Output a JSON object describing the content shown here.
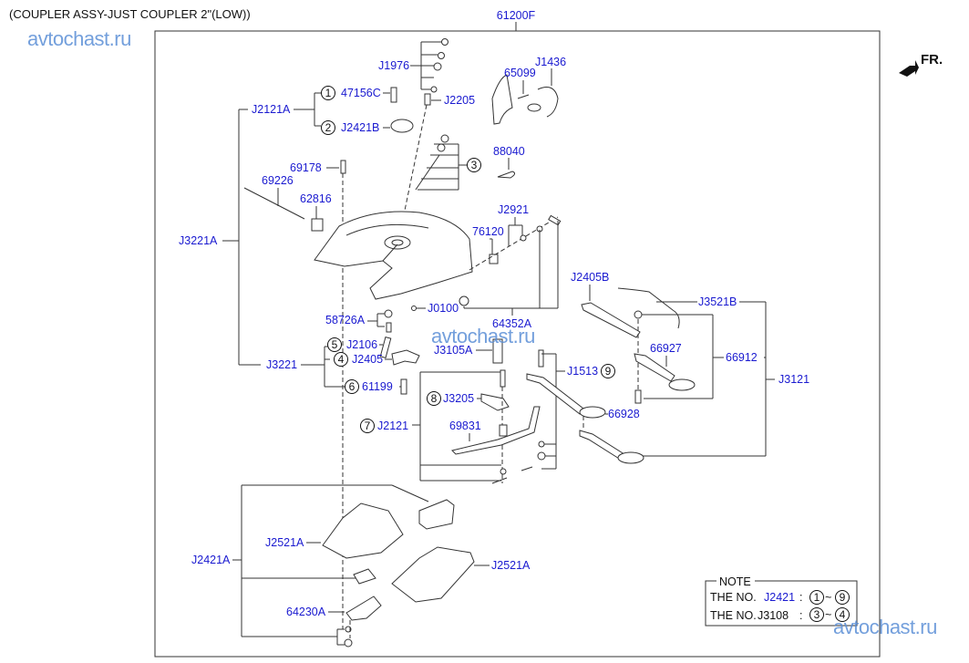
{
  "title": "(COUPLER ASSY-JUST COUPLER 2\"(LOW))",
  "watermark": "avtochast.ru",
  "direction_label": "FR.",
  "colors": {
    "part_label": "#1a1ad0",
    "watermark": "#5b8fd6",
    "line": "#333333"
  },
  "labels": {
    "assy": "61200F",
    "j1976": "J1976",
    "p47156c": "47156C",
    "j2205": "J2205",
    "j2121a": "J2121A",
    "j2421b": "J2421B",
    "p65099": "65099",
    "j1436": "J1436",
    "p88040": "88040",
    "p69178": "69178",
    "p69226": "69226",
    "p62816": "62816",
    "j3221a": "J3221A",
    "j2921": "J2921",
    "p76120": "76120",
    "j0100": "J0100",
    "p64352a": "64352A",
    "p58726a": "58726A",
    "j2106": "J2106",
    "j2405": "J2405",
    "j3221": "J3221",
    "p61199": "61199",
    "j3105a": "J3105A",
    "j1513": "J1513",
    "j3205": "J3205",
    "j2121": "J2121",
    "p69831": "69831",
    "j2405b": "J2405B",
    "j3521b": "J3521B",
    "p66927": "66927",
    "p66912": "66912",
    "j3121": "J3121",
    "p66928": "66928",
    "j2521a_1": "J2521A",
    "j2521a_2": "J2521A",
    "j2421a": "J2421A",
    "p64230a": "64230A"
  },
  "circled_numbers": {
    "c1": "1",
    "c2": "2",
    "c3": "3",
    "c4": "4",
    "c5": "5",
    "c6": "6",
    "c7": "7",
    "c8": "8",
    "c9": "9"
  },
  "note": {
    "heading": "NOTE",
    "rows": [
      {
        "prefix": "THE NO.",
        "code": "J2421",
        "code_highlight": true,
        "sep": ":",
        "from": "1",
        "tilde": "~",
        "to": "9"
      },
      {
        "prefix": "THE NO.",
        "code": "J3108",
        "code_highlight": false,
        "sep": ":",
        "from": "3",
        "tilde": "~",
        "to": "4"
      }
    ]
  }
}
